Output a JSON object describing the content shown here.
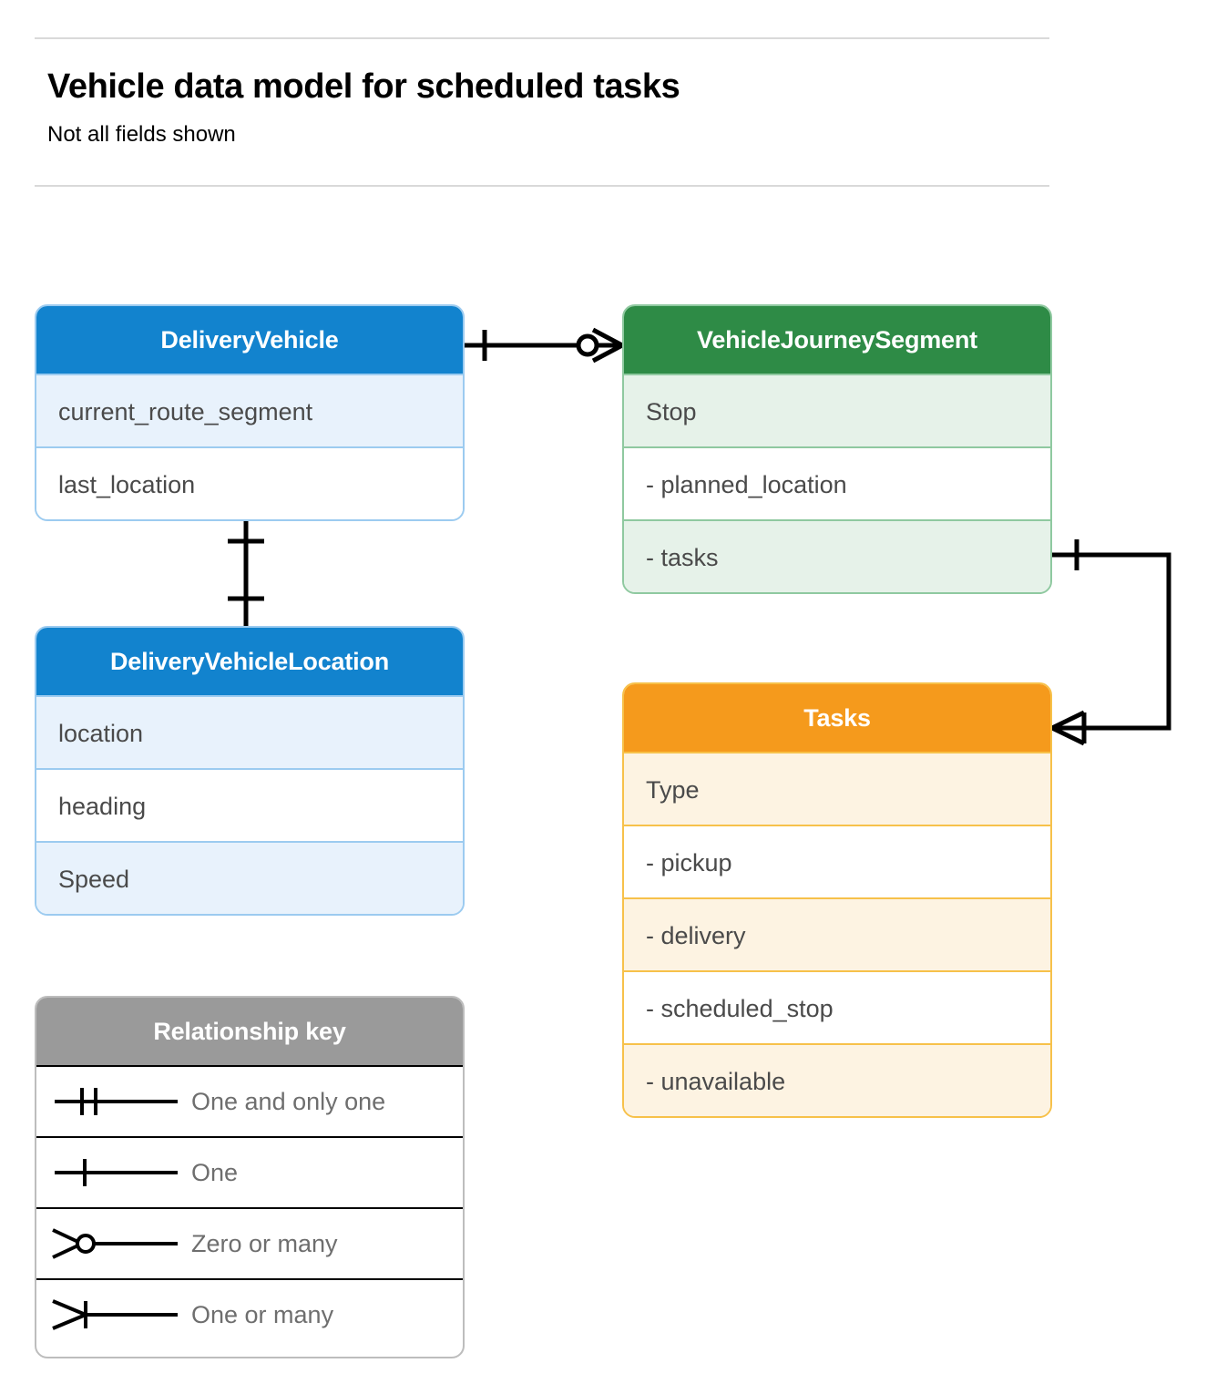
{
  "header": {
    "title": "Vehicle data model for scheduled tasks",
    "subtitle": "Not all fields shown"
  },
  "colors": {
    "blue_header": "#1283ce",
    "blue_row": "#e8f2fc",
    "blue_border": "#9ccbf0",
    "green_header": "#2e8b46",
    "green_row": "#e6f2e9",
    "green_border": "#8fc9a0",
    "orange_header": "#f59a1c",
    "orange_row": "#fdf3e2",
    "orange_border": "#f7c14a",
    "gray_header": "#9a9a9a",
    "gray_row": "#eaeaea",
    "gray_border": "#bdbdbd",
    "connector": "#000000",
    "rule": "#d9d9d9",
    "field_text": "#4a4a4a"
  },
  "entities": [
    {
      "id": "delivery-vehicle",
      "name": "DeliveryVehicle",
      "fields": [
        "current_route_segment",
        "last_location"
      ]
    },
    {
      "id": "delivery-vehicle-location",
      "name": "DeliveryVehicleLocation",
      "fields": [
        "location",
        "heading",
        "Speed"
      ]
    },
    {
      "id": "vehicle-journey-segment",
      "name": "VehicleJourneySegment",
      "fields": [
        "Stop",
        "-  planned_location",
        "- tasks"
      ]
    },
    {
      "id": "tasks",
      "name": "Tasks",
      "fields": [
        "Type",
        "-  pickup",
        "-  delivery",
        "-  scheduled_stop",
        "-  unavailable"
      ]
    }
  ],
  "legend": {
    "title": "Relationship key",
    "items": [
      {
        "symbol": "one-and-only-one",
        "label": "One and only one"
      },
      {
        "symbol": "one",
        "label": "One"
      },
      {
        "symbol": "zero-or-many",
        "label": "Zero or many"
      },
      {
        "symbol": "one-or-many",
        "label": "One or many"
      }
    ]
  },
  "relationships": [
    {
      "id": "delivery-vehicle-to-journey-segment",
      "from": "DeliveryVehicle",
      "to": "VehicleJourneySegment",
      "from_cardinality": "One",
      "to_cardinality": "Zero or many"
    },
    {
      "id": "delivery-vehicle-to-vehicle-location",
      "from": "DeliveryVehicle",
      "to": "DeliveryVehicleLocation",
      "from_cardinality": "One",
      "to_cardinality": "One"
    },
    {
      "id": "journey-segment-tasks-to-tasks",
      "from": "VehicleJourneySegment.tasks",
      "to": "Tasks",
      "from_cardinality": "One",
      "to_cardinality": "One or many"
    }
  ]
}
